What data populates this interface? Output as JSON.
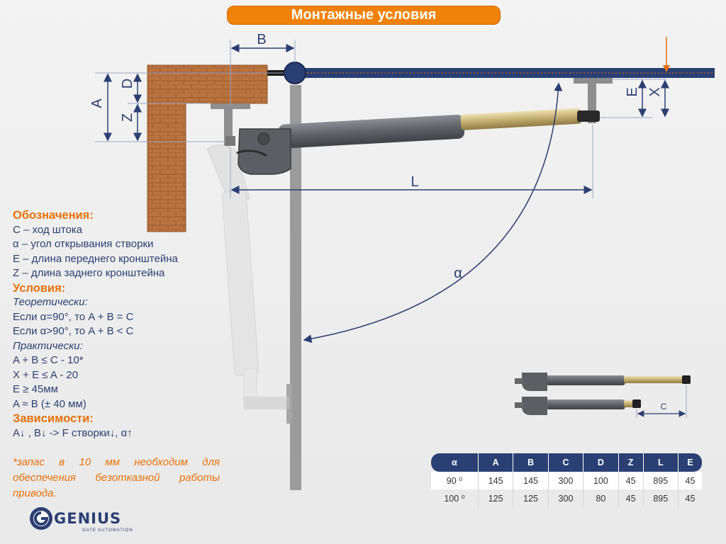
{
  "title": "Монтажные условия",
  "labels": {
    "B": "B",
    "A": "A",
    "D": "D",
    "Z": "Z",
    "E": "E",
    "X": "X",
    "L": "L",
    "alpha": "α",
    "C": "C"
  },
  "legend": {
    "heading1": "Обозначения:",
    "items1": [
      "C – ход штока",
      "α – угол открывания створки",
      "E – длина переднего кронштейна",
      "Z – длина заднего кронштейна"
    ],
    "heading2": "Условия:",
    "sub_theory": "Теоретически:",
    "theory": [
      "Если α=90°, то A + B = C",
      "Если α>90°, то A + B < C"
    ],
    "sub_practice": "Практически:",
    "practice": [
      "A + B ≤ C  - 10*",
      "X + E ≤ A  - 20",
      "E ≥ 45мм",
      "A ≈ B (± 40 мм)"
    ],
    "heading3": "Зависимости:",
    "deps": "A↓ , B↓ -> F створки↓, α↑"
  },
  "note": "*запас в 10 мм необходим для обеспечения безотказной работы привода.",
  "logo": {
    "word": "GENIUS",
    "sub": "GATE AUTOMATION"
  },
  "table": {
    "headers": [
      "α",
      "A",
      "B",
      "C",
      "D",
      "Z",
      "L",
      "E"
    ],
    "rows": [
      [
        "90 ⁰",
        "145",
        "145",
        "300",
        "100",
        "45",
        "895",
        "45"
      ],
      [
        "100 ⁰",
        "125",
        "125",
        "300",
        "80",
        "45",
        "895",
        "45"
      ]
    ]
  },
  "colors": {
    "accent": "#f0820a",
    "navy": "#2a3f73",
    "brick": "#b9733f",
    "rod": "#c8b77a",
    "actuator": "#676b70"
  }
}
